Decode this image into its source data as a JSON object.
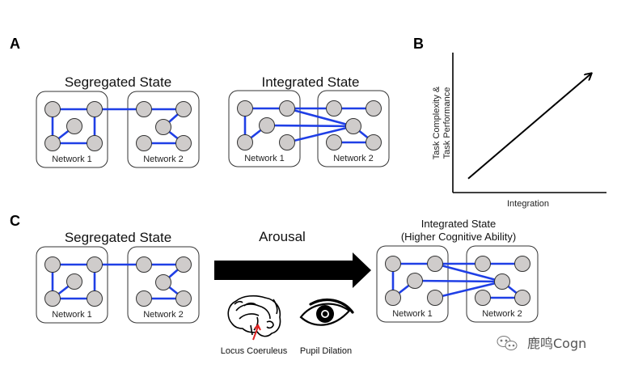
{
  "panels": {
    "A": {
      "letter": "A",
      "segregated_title": "Segregated State",
      "integrated_title": "Integrated State",
      "network1_label": "Network 1",
      "network2_label": "Network 2"
    },
    "B": {
      "letter": "B",
      "ylabel_line1": "Task Complexity &",
      "ylabel_line2": "Task Performance",
      "xlabel": "Integration"
    },
    "C": {
      "letter": "C",
      "segregated_title": "Segregated State",
      "transition_label": "Arousal",
      "integrated_title": "Integrated State",
      "integrated_subtitle": "(Higher Cognitive Ability)",
      "network1_label": "Network 1",
      "network2_label": "Network 2",
      "brain_caption": "Locus Coeruleus",
      "eye_caption": "Pupil Dilation"
    }
  },
  "colors": {
    "edge": "#1f3fe6",
    "node_fill": "#cfcccb",
    "marker_arrow": "#e02020"
  },
  "networks": {
    "segregated_edges": [
      [
        "n1a",
        "n1b"
      ],
      [
        "n1a",
        "n1d"
      ],
      [
        "n1d",
        "n1c"
      ],
      [
        "n1d",
        "n1e"
      ],
      [
        "n1b",
        "n1e"
      ],
      [
        "n1b",
        "n2a"
      ],
      [
        "n2a",
        "n2b"
      ],
      [
        "n2b",
        "n2c"
      ],
      [
        "n2c",
        "n2e"
      ],
      [
        "n2d",
        "n2e"
      ]
    ],
    "integrated_edges": [
      [
        "n1a",
        "n1b"
      ],
      [
        "n1a",
        "n1d"
      ],
      [
        "n1d",
        "n1c"
      ],
      [
        "n1b",
        "n2a"
      ],
      [
        "n1b",
        "n2c"
      ],
      [
        "n1c",
        "n2c"
      ],
      [
        "n1e",
        "n2c"
      ],
      [
        "n2a",
        "n2b"
      ],
      [
        "n2c",
        "n2e"
      ],
      [
        "n2d",
        "n2e"
      ]
    ]
  },
  "watermark": {
    "text": "鹿鸣Cogn",
    "icon": "wechat-icon"
  },
  "chart_data": {
    "type": "line",
    "title": "",
    "xlabel": "Integration",
    "ylabel": "Task Complexity & Task Performance",
    "series": [
      {
        "name": "trend",
        "x": [
          0.1,
          0.9
        ],
        "y": [
          0.1,
          0.85
        ],
        "style": "arrow"
      }
    ],
    "xlim": [
      0,
      1
    ],
    "ylim": [
      0,
      1
    ],
    "ticks": "none",
    "grid": false,
    "legend": "none"
  }
}
